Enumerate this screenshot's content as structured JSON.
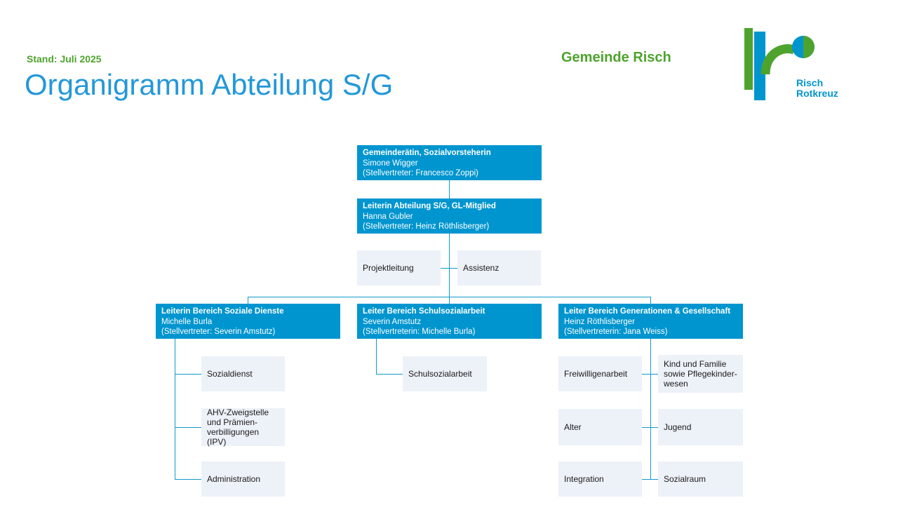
{
  "header": {
    "date_label": "Stand: Juli 2025",
    "title": "Organigramm Abteilung S/G",
    "org_name": "Gemeinde Risch",
    "logo": {
      "line1": "Risch",
      "line2": "Rotkreuz"
    }
  },
  "colors": {
    "box_blue": "#0095CF",
    "light_box": "#EDF1F8",
    "green": "#4EA32E",
    "title_blue": "#2498D8",
    "connector": "#1099CC",
    "text_dark": "#1A1A1A"
  },
  "org": {
    "root": {
      "role": "Gemeinderätin, Sozialvorsteherin",
      "name": "Simone Wigger",
      "deputy": "(Stellvertreter: Francesco Zoppi)"
    },
    "leader": {
      "role": "Leiterin Abteilung S/G, GL-Mitglied",
      "name": "Hanna Gubler",
      "deputy": "(Stellvertreter: Heinz Röthlisberger)"
    },
    "staff": {
      "left": "Projektleitung",
      "right": "Assistenz"
    },
    "departments": [
      {
        "role": "Leiterin Bereich Soziale Dienste",
        "name": "Michelle Burla",
        "deputy": "(Stellvertreter: Severin Amstutz)",
        "units": [
          "Sozialdienst",
          "AHV-Zweigstelle\nund Prämien-\nverbilligungen (IPV)",
          "Administration"
        ]
      },
      {
        "role": "Leiter Bereich Schulsozialarbeit",
        "name": "Severin Amstutz",
        "deputy": "(Stellvertreterin: Michelle Burla)",
        "units": [
          "Schulsozialarbeit"
        ]
      },
      {
        "role": "Leiter Bereich Generationen & Gesellschaft",
        "name": "Heinz Röthlisberger",
        "deputy": "(Stellvertreterin: Jana Weiss)",
        "units_left": [
          "Freiwilligenarbeit",
          "Alter",
          "Integration"
        ],
        "units_right": [
          "Kind und Familie\nsowie Pflegekinder-\nwesen",
          "Jugend",
          "Sozialraum"
        ]
      }
    ]
  }
}
